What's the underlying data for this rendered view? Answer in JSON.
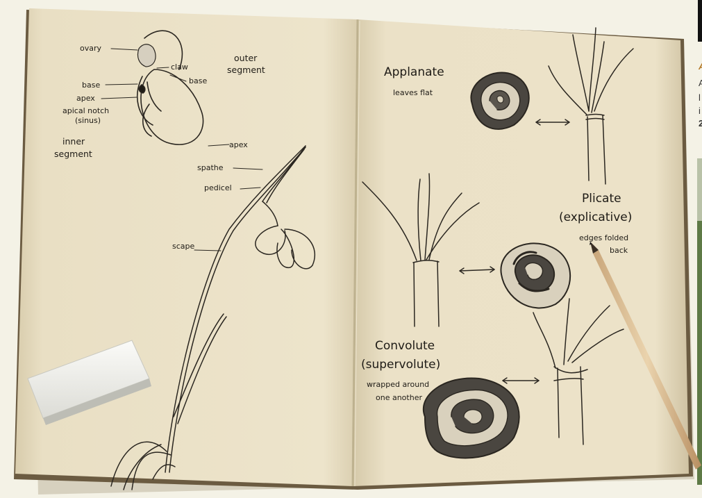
{
  "labels": {
    "ovary": "ovary",
    "claw": "claw",
    "base_1": "base",
    "outer_segment_1": "outer",
    "outer_segment_2": "segment",
    "base_2": "base",
    "apex_1": "apex",
    "apical_notch": "apical notch",
    "sinus": "(sinus)",
    "inner_segment_1": "inner",
    "inner_segment_2": "segment",
    "apex_2": "apex",
    "spathe": "spathe",
    "pedicel": "pedicel",
    "scape": "scape"
  },
  "vernation": {
    "applanate_title": "Applanate",
    "applanate_desc": "leaves flat",
    "plicate_title": "Plicate",
    "plicate_sub": "(explicative)",
    "plicate_desc_1": "edges folded",
    "plicate_desc_2": "back",
    "convolute_title": "Convolute",
    "convolute_sub": "(supervolute)",
    "convolute_desc_1": "wrapped around",
    "convolute_desc_2": "one another"
  },
  "side_panel": {
    "l1": "A",
    "l2": "A",
    "l3": "l",
    "l4": "i",
    "l5": "2"
  }
}
